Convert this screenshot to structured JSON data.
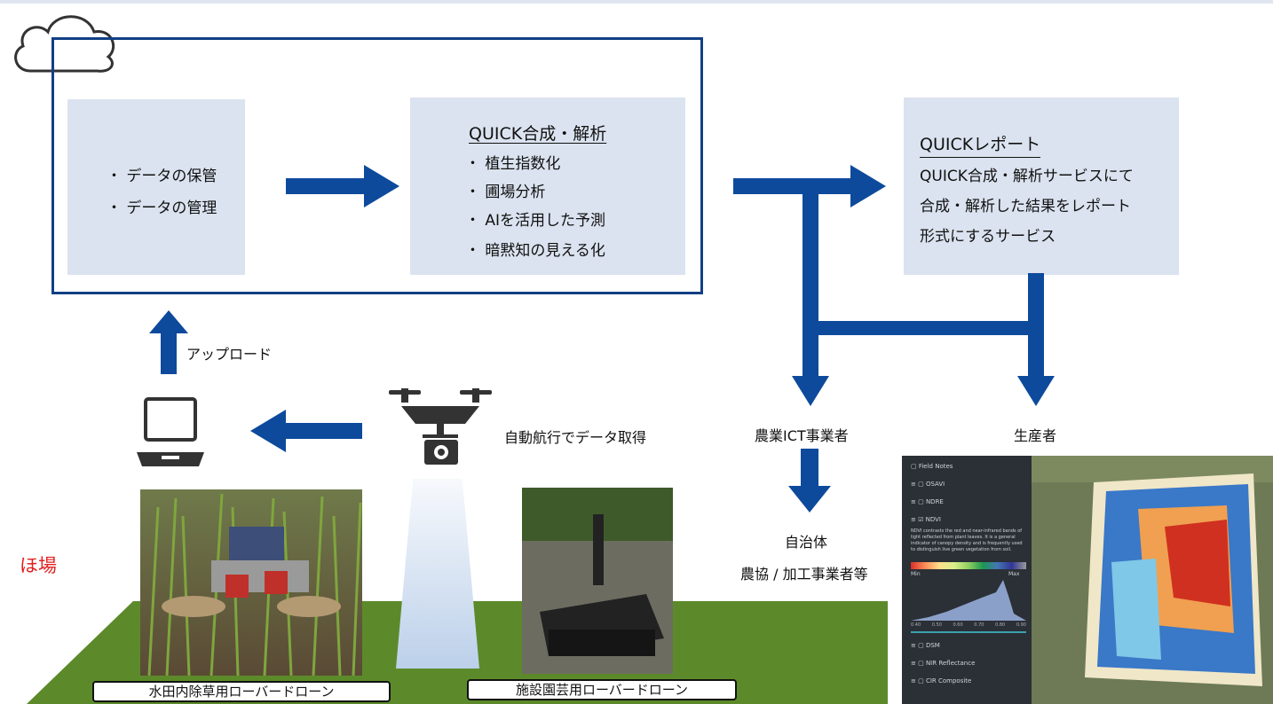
{
  "cloud_storage": {
    "items": [
      "データの保管",
      "データの管理"
    ]
  },
  "analysis": {
    "title": "QUICK合成・解析",
    "items": [
      "植生指数化",
      "圃場分析",
      "AIを活用した予測",
      "暗黙知の見える化"
    ]
  },
  "report": {
    "title": "QUICKレポート",
    "lines": [
      "QUICK合成・解析サービスにて",
      "合成・解析した結果をレポート",
      "形式にするサービス"
    ]
  },
  "labels": {
    "upload": "アップロード",
    "auto_flight": "自動航行でデータ取得",
    "agri_ict": "農業ICT事業者",
    "producer": "生産者",
    "local_gov": "自治体",
    "coop": "農協 / 加工事業者等",
    "field": "ほ場"
  },
  "captions": {
    "rover1": "水田内除草用ローバードローン",
    "rover2": "施設園芸用ローバードローン"
  },
  "ndvi_panel": {
    "layers": [
      "Field Notes",
      "OSAVI",
      "NDRE",
      "NDVI",
      "DSM",
      "NIR Reflectance",
      "CIR Composite"
    ],
    "description": "NDVI contrasts the red and near-infrared bands of light reflected from plant leaves. It is a general indicator of canopy density and is frequently used to distinguish live green vegetation from soil.",
    "min_label": "Min",
    "max_label": "Max",
    "ticks": [
      "0.40",
      "0.50",
      "0.60",
      "0.70",
      "0.80",
      "0.90"
    ]
  },
  "colors": {
    "arrow": "#0d4a9c",
    "frame": "#123f85",
    "panel": "#dbe3f0",
    "field_green": "#5c8a2a",
    "field_label": "#e02020"
  },
  "icons": [
    "cloud-icon",
    "laptop-icon",
    "drone-icon",
    "camera-icon"
  ]
}
